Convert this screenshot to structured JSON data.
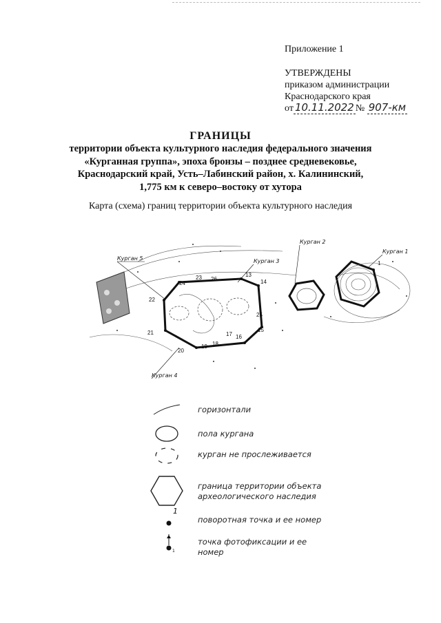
{
  "approval": {
    "appendix": "Приложение 1",
    "approved": "УТВЕРЖДЕНЫ",
    "line1": "приказом администрации",
    "line2": "Краснодарского края",
    "from_prefix": "от",
    "date_handwritten": "10.11.2022",
    "number_sign": "№",
    "number_handwritten": "907-км"
  },
  "header": {
    "title": "ГРАНИЦЫ",
    "line1": "территории объекта культурного наследия федерального значения",
    "line2": "«Курганная группа», эпоха бронзы – позднее средневековье,",
    "line3": "Краснодарский край, Усть–Лабинский район, х. Калининский,",
    "line4": "1,775 км к северо–востоку от хутора",
    "map_caption": "Карта (схема) границ территории объекта культурного наследия"
  },
  "map": {
    "kurgan_labels": [
      "Курган 1",
      "Курган 2",
      "Курган 3",
      "Курган 4",
      "Курган 5"
    ],
    "point_numbers": [
      "1",
      "13",
      "14",
      "15",
      "16",
      "17",
      "18",
      "19",
      "20",
      "21",
      "22",
      "23",
      "24",
      "25",
      "26"
    ]
  },
  "legend": {
    "items": [
      {
        "icon": "contour-line-icon",
        "label": "горизонтали"
      },
      {
        "icon": "ellipse-icon",
        "label": "пола кургана"
      },
      {
        "icon": "dashed-ellipse-icon",
        "label": "курган не прослеживается"
      },
      {
        "icon": "hexagon-icon",
        "label_line1": "граница территории объекта",
        "label_line2": "археологического наследия"
      },
      {
        "icon": "turning-point-icon",
        "number": "1",
        "label": "поворотная точка и ее номер"
      },
      {
        "icon": "photo-point-icon",
        "number": "1",
        "label_line1": "точка фотофиксации и ее",
        "label_line2": "номер"
      }
    ]
  }
}
